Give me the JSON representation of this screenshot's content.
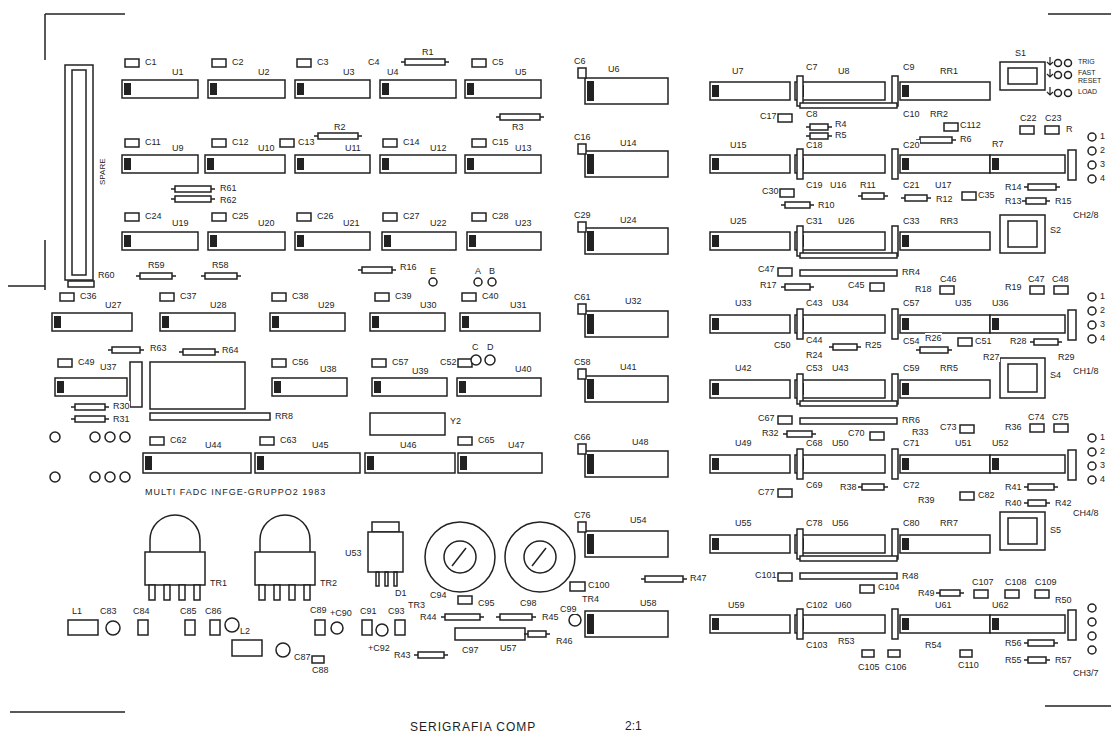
{
  "diagram": {
    "caption": "SERIGRAFIA COMP",
    "labels": [
      "SPARE",
      "R60",
      "C1",
      "U1",
      "C2",
      "U2",
      "C3",
      "U3",
      "C4",
      "U4",
      "R1",
      "C5",
      "U5",
      "R3",
      "C11",
      "U9",
      "C12",
      "U10",
      "C13",
      "R2",
      "U11",
      "C14",
      "U12",
      "C15",
      "U13",
      "R61",
      "R62",
      "C24",
      "U19",
      "C25",
      "U20",
      "C26",
      "U21",
      "C27",
      "U22",
      "C28",
      "U23",
      "R59",
      "R58",
      "R16",
      "E",
      "A",
      "B",
      "C36",
      "U27",
      "C37",
      "U28",
      "C38",
      "U29",
      "C39",
      "U30",
      "C40",
      "U31",
      "C",
      "D",
      "C49",
      "U37",
      "R63",
      "R64",
      "RR8",
      "R30",
      "R31",
      "C56",
      "U38",
      "C57",
      "U39",
      "C52",
      "U40",
      "Y2",
      "C62",
      "U44",
      "C63",
      "U45",
      "U46",
      "C65",
      "U47",
      "MULTI FADC INFGE-GRUPPO2 1983",
      "TR1",
      "TR2",
      "L1",
      "C83",
      "C84",
      "C85",
      "C86",
      "L2",
      "C87",
      "C88",
      "C89",
      "+C90",
      "C91",
      "+C92",
      "C93",
      "U53",
      "D1",
      "TR3",
      "TR4",
      "C94",
      "C95",
      "C97",
      "R44",
      "R43",
      "U57",
      "R45",
      "R46",
      "C98",
      "C99",
      "C100",
      "R47",
      "C6",
      "U6",
      "U7",
      "C7",
      "U8",
      "C9",
      "RR1",
      "C8",
      "C10",
      "RR2",
      "TRIG",
      "FAST",
      "RESET",
      "LOAD",
      "S1",
      "C17",
      "R4",
      "R5",
      "C112",
      "R6",
      "C22",
      "C23",
      "R",
      "R7",
      "C16",
      "U14",
      "U15",
      "C18",
      "C20",
      "U16",
      "C19",
      "C30",
      "R10",
      "R11",
      "C21",
      "U17",
      "R12",
      "C35",
      "R14",
      "R13",
      "R15",
      "CH2/8",
      "1",
      "2",
      "3",
      "4",
      "C29",
      "U24",
      "U25",
      "C31",
      "U26",
      "C33",
      "RR3",
      "S2",
      "C47",
      "RR4",
      "R17",
      "C45",
      "C61",
      "U32",
      "U33",
      "C43",
      "U34",
      "C57",
      "R18",
      "C46",
      "U35",
      "U36",
      "R19",
      "C47",
      "C48",
      "C50",
      "C44",
      "R24",
      "R25",
      "C54",
      "R26",
      "C51",
      "R27",
      "R28",
      "R29",
      "CH1/8",
      "1",
      "2",
      "3",
      "4",
      "C58",
      "U41",
      "U42",
      "C53",
      "U43",
      "C59",
      "RR5",
      "S4",
      "C67",
      "RR6",
      "R32",
      "C70",
      "C66",
      "U48",
      "U49",
      "C68",
      "U50",
      "C71",
      "R33",
      "C73",
      "U51",
      "U52",
      "R36",
      "C74",
      "C75",
      "C69",
      "C77",
      "R38",
      "C72",
      "R39",
      "C82",
      "R41",
      "R40",
      "R42",
      "CH4/8",
      "1",
      "2",
      "3",
      "4",
      "C76",
      "U54",
      "U55",
      "C78",
      "U56",
      "C80",
      "RR7",
      "S5",
      "C101",
      "R48",
      "C104",
      "R49",
      "C107",
      "C108",
      "C109",
      "R50",
      "U58",
      "U59",
      "C102",
      "U60",
      "U61",
      "U62",
      "C103",
      "R53",
      "C105",
      "C106",
      "R54",
      "C110",
      "R56",
      "R55",
      "R57",
      "CH3/7",
      "2:1"
    ]
  }
}
